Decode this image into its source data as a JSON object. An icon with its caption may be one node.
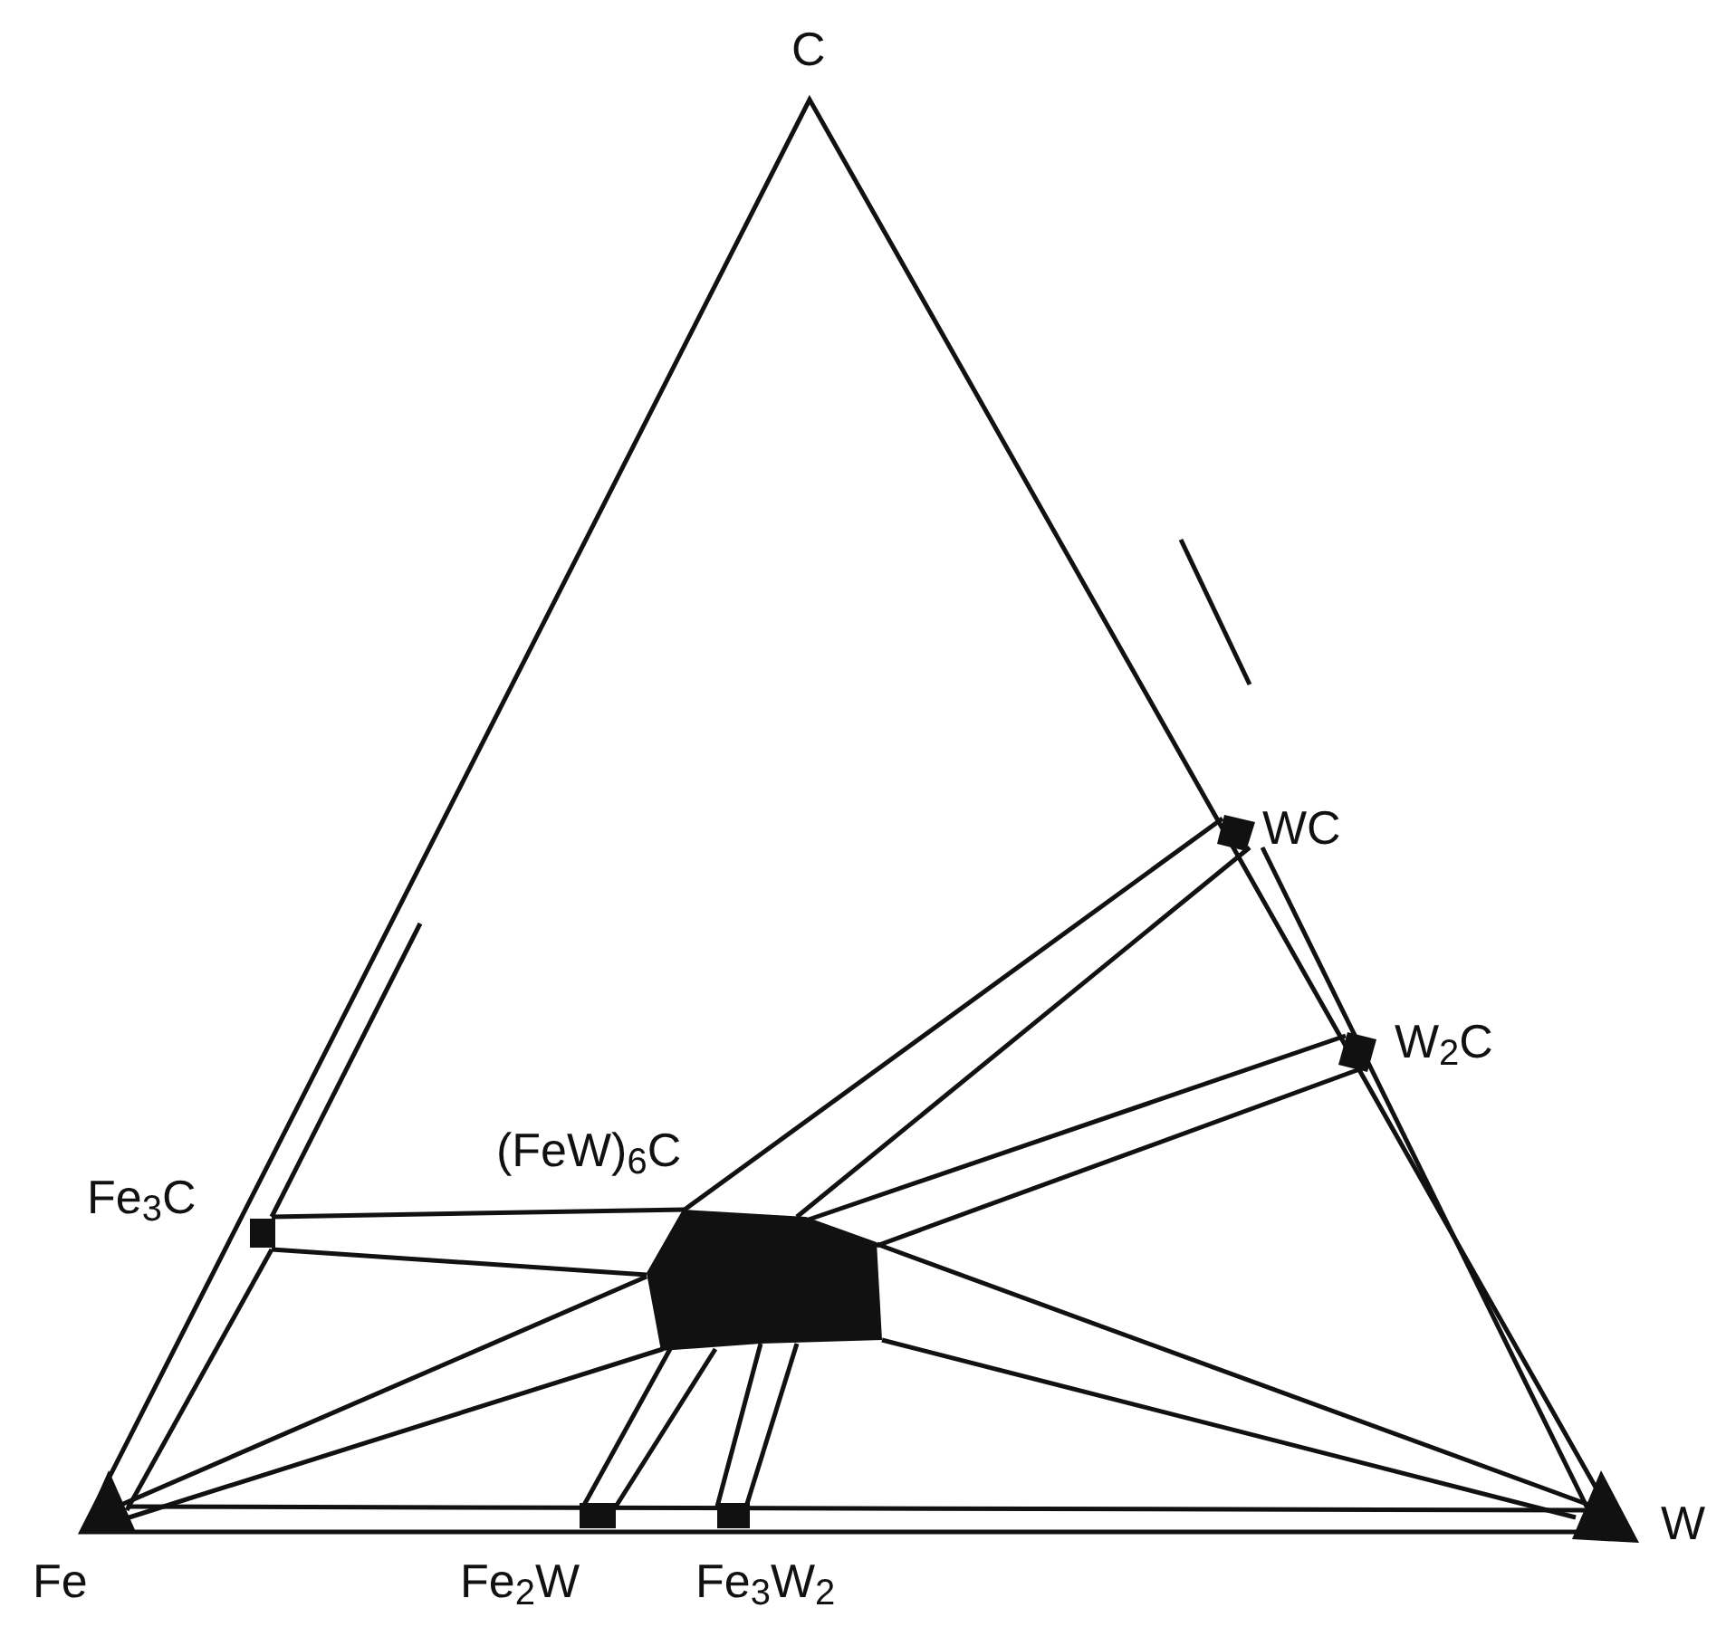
{
  "diagram": {
    "labels": [
      "C",
      "WC",
      "W$_{2}$C",
      "Fe$_{3}$C",
      "(FeW)$_{6}$C",
      "Fe",
      "Fe$_{2}$W",
      "Fe$_{3}$W$_{2}$",
      "W"
    ]
  }
}
